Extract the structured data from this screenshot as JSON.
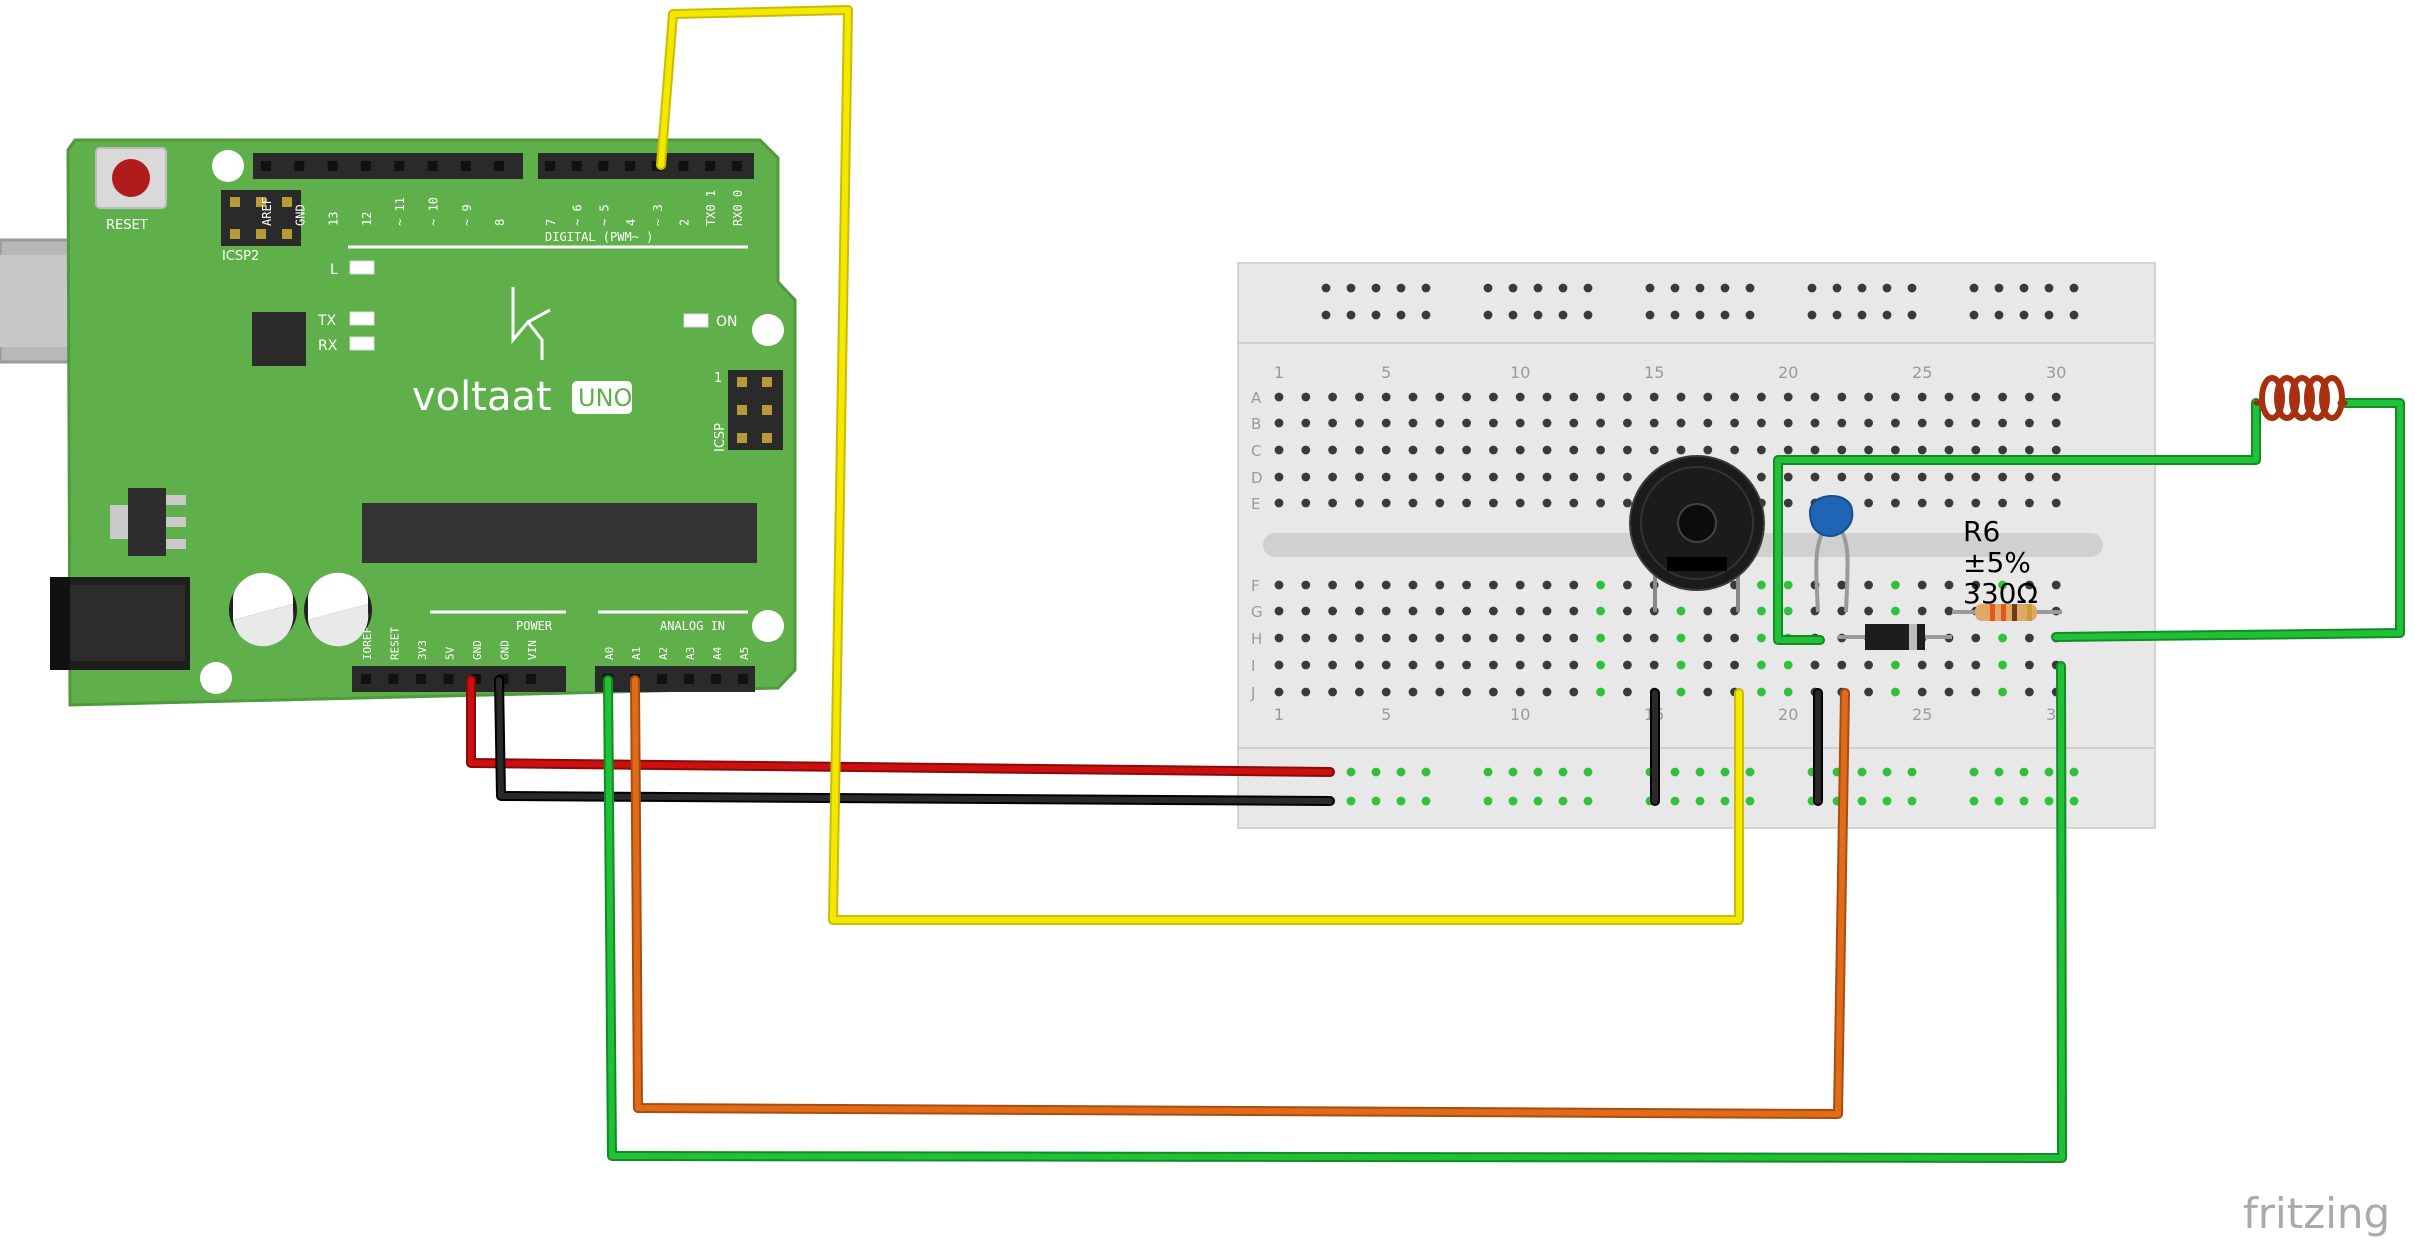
{
  "arduino": {
    "reset_label": "RESET",
    "icsp2_label": "ICSP2",
    "icsp_label": "ICSP",
    "icsp_pin1": "1",
    "led_l": "L",
    "led_tx": "TX",
    "led_rx": "RX",
    "led_on": "ON",
    "brand": "voltaat",
    "model": "UNO",
    "digital_label": "DIGITAL (PWM~    )",
    "power_label": "POWER",
    "analog_label": "ANALOG IN",
    "digital_pins": [
      "AREF",
      "GND",
      "13",
      "12",
      "~ 11",
      "~ 10",
      "~ 9",
      "8",
      "7",
      "~ 6",
      "~ 5",
      "4",
      "~ 3",
      "2",
      "TX0 1",
      "RX0 0"
    ],
    "power_pins": [
      "IOREF",
      "RESET",
      "3V3",
      "5V",
      "GND",
      "GND",
      "VIN"
    ],
    "analog_pins": [
      "A0",
      "A1",
      "A2",
      "A3",
      "A4",
      "A5"
    ]
  },
  "breadboard": {
    "row_letters_top": [
      "A",
      "B",
      "C",
      "D",
      "E"
    ],
    "row_letters_bottom": [
      "F",
      "G",
      "H",
      "I",
      "J"
    ],
    "column_numbers": [
      "1",
      "5",
      "10",
      "15",
      "20",
      "25",
      "30"
    ]
  },
  "resistor": {
    "name": "R6",
    "tolerance": "±5%",
    "value": "330Ω"
  },
  "watermark": "fritzing",
  "colors": {
    "board_green": "#5fb04a",
    "wire_red": "#cc1010",
    "wire_black": "#1a1a1a",
    "wire_yellow": "#f2e600",
    "wire_orange": "#e06c1a",
    "wire_green": "#1fbf35"
  }
}
